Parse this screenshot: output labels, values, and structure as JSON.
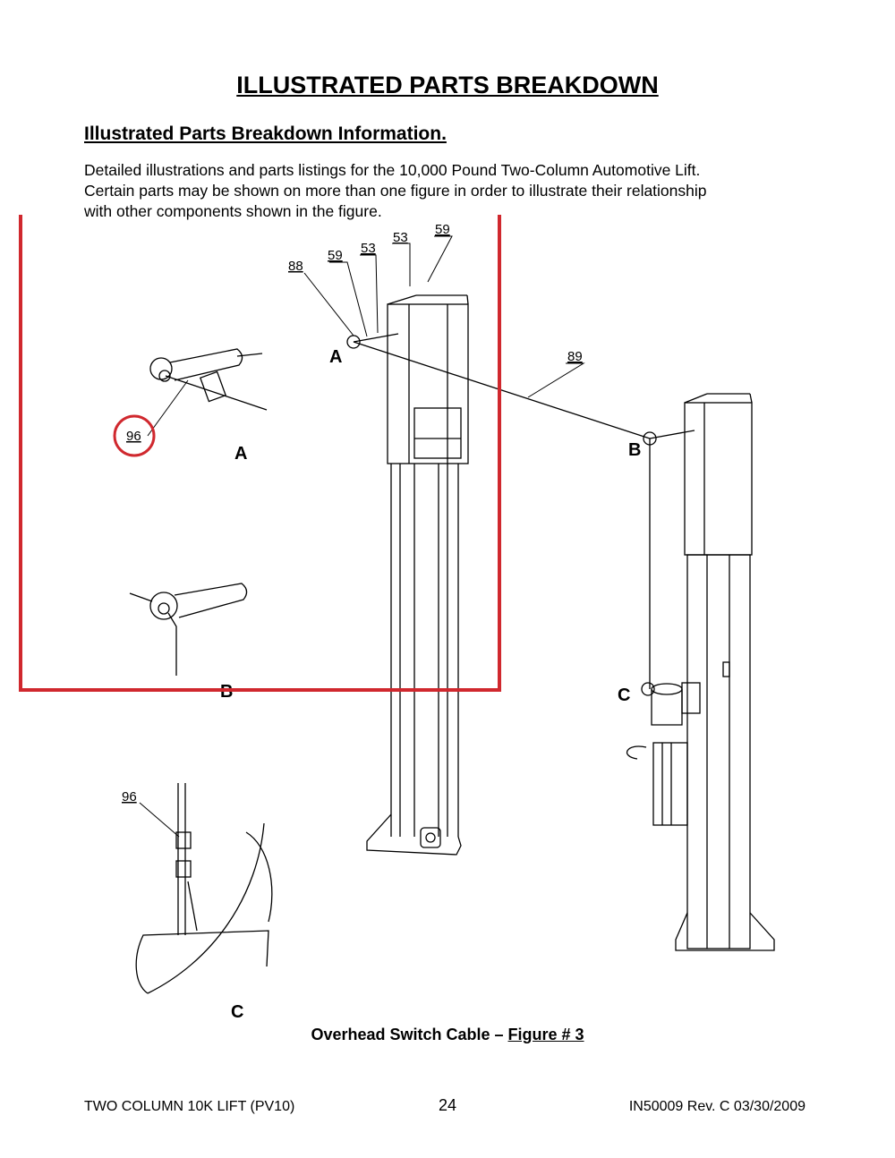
{
  "page": {
    "title": "ILLUSTRATED PARTS BREAKDOWN",
    "section_heading": "Illustrated Parts Breakdown Information.",
    "intro_line1": "Detailed illustrations and parts listings for the 10,000 Pound Two-Column Automotive Lift.",
    "intro_line2": "Certain parts may be shown on more than one figure in order to illustrate their relationship",
    "intro_line3": "with other components shown in the figure."
  },
  "figure": {
    "callouts": {
      "c88": "88",
      "c59a": "59",
      "c53a": "53",
      "c53b": "53",
      "c59b": "59",
      "c89": "89",
      "c96a": "96",
      "c96c": "96"
    },
    "labels": {
      "A_main": "A",
      "A_detail": "A",
      "B_main": "B",
      "B_detail": "B",
      "C_main": "C",
      "C_detail": "C"
    },
    "highlight_color": "#d0282e"
  },
  "caption": {
    "text": "Overhead Switch Cable – ",
    "figure_ref": "Figure # 3"
  },
  "footer": {
    "left": "TWO COLUMN 10K LIFT (PV10)",
    "page_number": "24",
    "right": "IN50009 Rev. C 03/30/2009"
  }
}
